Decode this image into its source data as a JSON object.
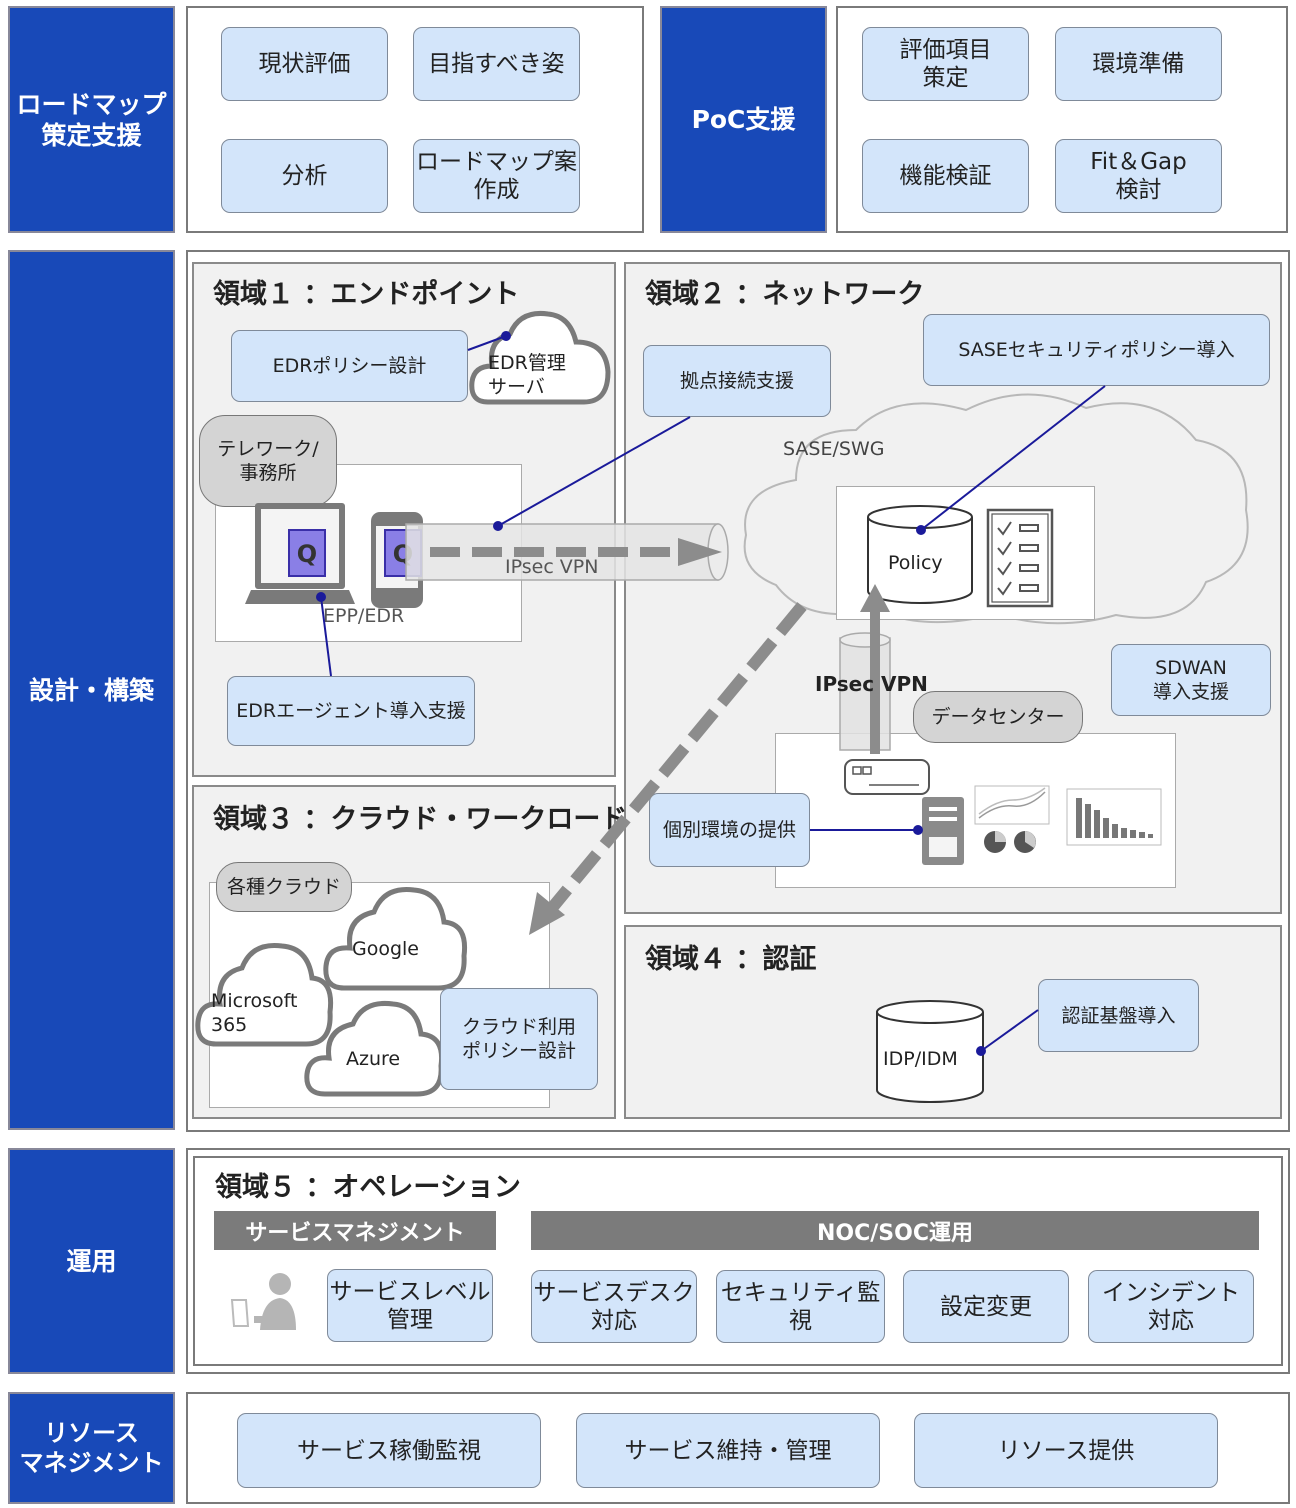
{
  "rows": {
    "roadmap": {
      "label": "ロードマップ\n策定支援",
      "buttons": [
        "現状評価",
        "目指すべき姿",
        "分析",
        "ロードマップ案\n作成"
      ]
    },
    "poc": {
      "label": "PoC支援",
      "buttons": [
        "評価項目\n策定",
        "環境準備",
        "機能検証",
        "Fit＆Gap\n検討"
      ]
    },
    "design": {
      "label": "設計・構築"
    },
    "ops": {
      "label": "運用"
    },
    "resource": {
      "label": "リソース\nマネジメント",
      "buttons": [
        "サービス稼働監視",
        "サービス維持・管理",
        "リソース提供"
      ]
    }
  },
  "area1": {
    "title": "領域１ ：エンドポイント",
    "edr_policy": "EDRポリシー設計",
    "edr_server": "EDR管理\nサーバ",
    "telework": "テレワーク/\n事務所",
    "epp": "EPP/EDR",
    "edr_agent": "EDRエージェント導入支援"
  },
  "area2": {
    "title": "領域２ ：ネットワーク",
    "site_connect": "拠点接続支援",
    "sase_policy": "SASEセキュリティポリシー導入",
    "sase_swg": "SASE/SWG",
    "policy": "Policy",
    "ipsec1": "IPsec VPN",
    "ipsec2": "IPsec VPN",
    "sdwan": "SDWAN\n導入支援",
    "datacenter": "データセンター",
    "individual": "個別環境の提供"
  },
  "area3": {
    "title": "領域３ ：クラウド・ワークロード",
    "various_cloud": "各種クラウド",
    "google": "Google",
    "microsoft": "Microsoft\n365",
    "azure": "Azure",
    "cloud_policy": "クラウド利用\nポリシー設計"
  },
  "area4": {
    "title": "領域４ ：認証",
    "idp": "IDP/IDM",
    "auth_base": "認証基盤導入"
  },
  "area5": {
    "title": "領域５ ：オペレーション",
    "svc_mgmt_bar": "サービスマネジメント",
    "noc_bar": "NOC/SOC運用",
    "buttons": [
      "サービスレベル\n管理",
      "サービスデスク\n対応",
      "セキュリティ監視",
      "設定変更",
      "インシデント\n対応"
    ]
  },
  "colors": {
    "brand_blue": "#1849b8",
    "button_fill": "#d3e5fa",
    "line_navy": "#1a1a9a",
    "arrow_gray": "#8c8c8c"
  }
}
